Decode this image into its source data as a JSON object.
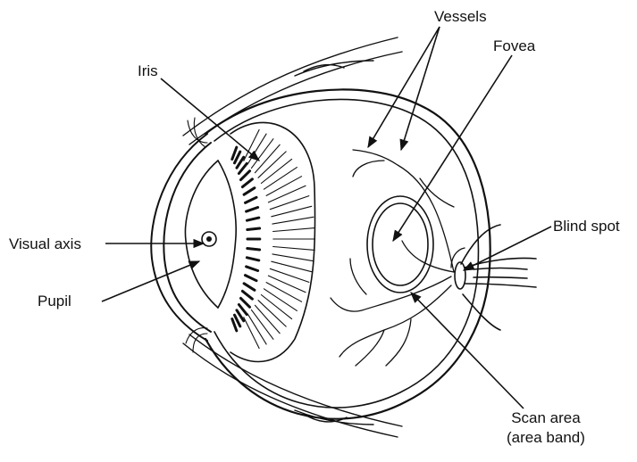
{
  "labels": {
    "vessels": "Vessels",
    "fovea": "Fovea",
    "iris": "Iris",
    "blind_spot": "Blind spot",
    "visual_axis": "Visual axis",
    "pupil": "Pupil",
    "scan_area_line1": "Scan area",
    "scan_area_line2": "(area band)"
  },
  "colors": {
    "ink": "#111111",
    "background": "#ffffff"
  }
}
